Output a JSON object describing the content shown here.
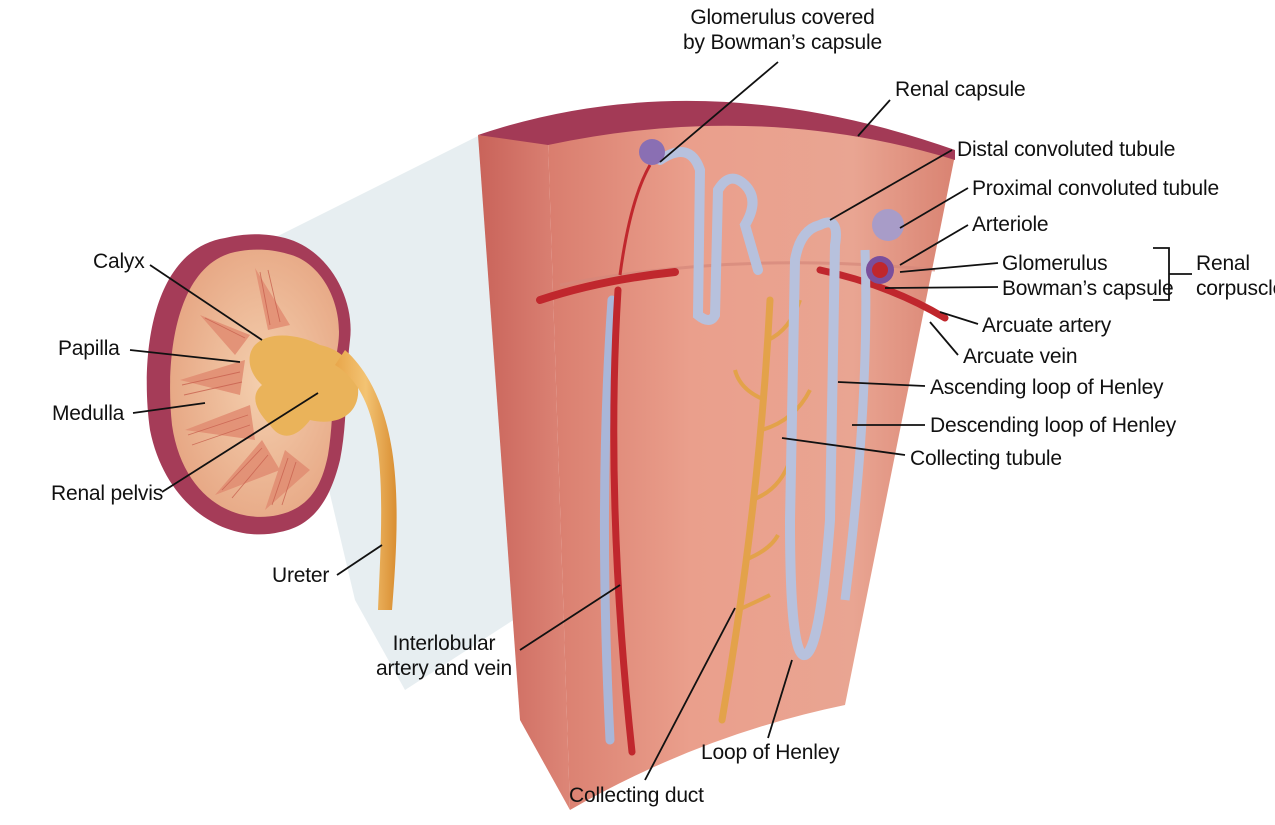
{
  "colors": {
    "cortex_face": "#e79a88",
    "capsule_top": "#a03a55",
    "artery": "#c0272d",
    "vein": "#a9b6d8",
    "duct": "#e3a24a",
    "kidney_inner": "#eebc98",
    "pelvis": "#eaa23c",
    "glomerulus": "#8a6fb3"
  },
  "labels": {
    "glomerulus_covered_line1": "Glomerulus covered",
    "glomerulus_covered_line2": "by Bowman’s capsule",
    "renal_capsule": "Renal capsule",
    "distal_convoluted_tubule": "Distal convoluted tubule",
    "proximal_convoluted_tubule": "Proximal convoluted tubule",
    "arteriole": "Arteriole",
    "glomerulus": "Glomerulus",
    "bowmans_capsule": "Bowman’s capsule",
    "renal_corpuscle_line1": "Renal",
    "renal_corpuscle_line2": "corpuscle",
    "arcuate_artery": "Arcuate artery",
    "arcuate_vein": "Arcuate vein",
    "ascending_loop": "Ascending loop of Henley",
    "descending_loop": "Descending loop of Henley",
    "collecting_tubule": "Collecting tubule",
    "calyx": "Calyx",
    "papilla": "Papilla",
    "medulla": "Medulla",
    "renal_pelvis": "Renal pelvis",
    "ureter": "Ureter",
    "interlobular_line1": "Interlobular",
    "interlobular_line2": "artery and vein",
    "loop_of_henley": "Loop of Henley",
    "collecting_duct": "Collecting duct"
  }
}
